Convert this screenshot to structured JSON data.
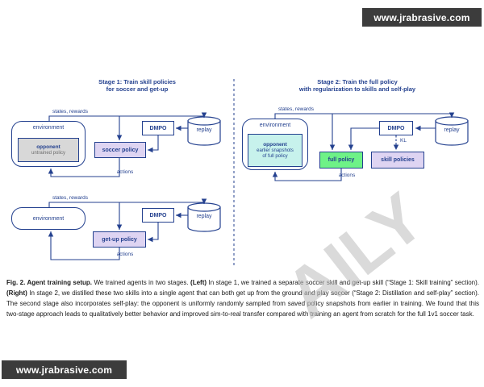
{
  "watermark": {
    "top_right": "www.jrabrasive.com",
    "bottom_left": "www.jrabrasive.com",
    "diagonal": "AILY"
  },
  "figure": {
    "labels": {
      "states_rewards": "states, rewards",
      "actions": "actions",
      "environment": "environment",
      "dmpo": "DMPO",
      "replay": "replay"
    },
    "stage1": {
      "title_line1": "Stage 1: Train skill policies",
      "title_line2": "for soccer and get-up",
      "soccer": {
        "opponent": "opponent",
        "opponent_note": "untrained policy",
        "policy": "soccer policy"
      },
      "getup": {
        "policy": "get-up policy"
      }
    },
    "stage2": {
      "title_line1": "Stage 2: Train the full policy",
      "title_line2": "with regularization to skills and self-play",
      "opponent": "opponent",
      "opponent_note1": "earlier snapshots",
      "opponent_note2": "of full policy",
      "kl": "KL",
      "full_policy": "full policy",
      "skill_policies": "skill policies"
    }
  },
  "caption": {
    "seg1": "Fig. 2. Agent training setup.",
    "seg2": " We trained agents in two stages. ",
    "seg3": "(Left)",
    "seg4": " In stage 1, we trained a separate soccer skill and get-up skill (“Stage 1: Skill training” section). ",
    "seg5": "(Right)",
    "seg6": " In stage 2, we distilled these two skills into a single agent that can both get up from the ground and play soccer (“Stage 2: Distillation and self-play” section). The second stage also incorporates self-play: the opponent is uniformly randomly sampled from saved policy snapshots from earlier in training. We found that this two-stage approach leads to qualitatively better behavior and improved sim-to-real transfer compared with training an agent from scratch for the full 1v1 soccer task."
  },
  "colors": {
    "navy": "#24418f",
    "purple-bg": "#ded4f2",
    "green-bg": "#6ef287",
    "cyan-bg": "#c7f2ec",
    "gray-bg": "#d8d8d8",
    "wm-bg": "#3c3c3c",
    "wm-diag": "#bdbdbd"
  }
}
